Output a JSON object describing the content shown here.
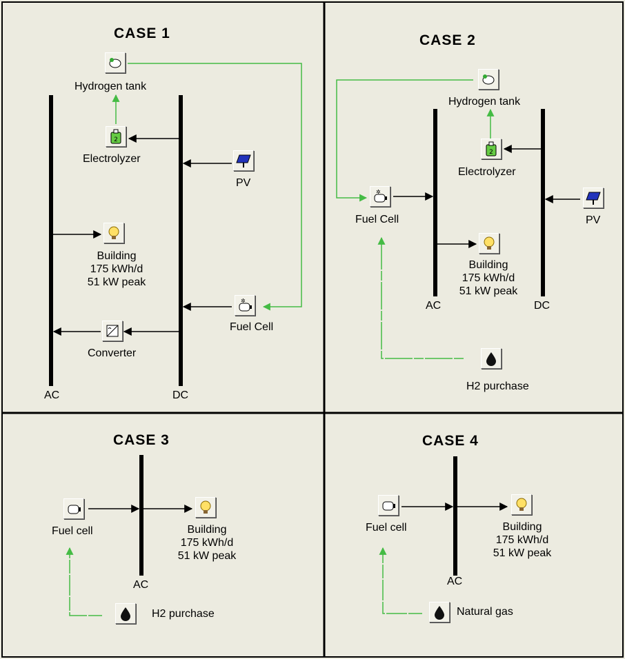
{
  "colors": {
    "background": "#ecebe0",
    "frame": "#000000",
    "electric_flow": "#000000",
    "hydrogen_flow": "#44bb44"
  },
  "cases": [
    {
      "title": "CASE 1",
      "buses": {
        "ac": "AC",
        "dc": "DC"
      },
      "components": {
        "hydrogen_tank": {
          "label": "Hydrogen tank",
          "icon": "hydrogen-tank-icon"
        },
        "electrolyzer": {
          "label": "Electrolyzer",
          "icon": "electrolyzer-icon"
        },
        "pv": {
          "label": "PV",
          "icon": "pv-panel-icon"
        },
        "building": {
          "label": "Building",
          "line2": "175 kWh/d",
          "line3": "51 kW peak",
          "icon": "building-load-icon"
        },
        "fuel_cell": {
          "label": "Fuel Cell",
          "icon": "fuel-cell-icon"
        },
        "converter": {
          "label": "Converter",
          "icon": "converter-icon"
        }
      }
    },
    {
      "title": "CASE 2",
      "buses": {
        "ac": "AC",
        "dc": "DC"
      },
      "components": {
        "hydrogen_tank": {
          "label": "Hydrogen tank",
          "icon": "hydrogen-tank-icon"
        },
        "electrolyzer": {
          "label": "Electrolyzer",
          "icon": "electrolyzer-icon"
        },
        "fuel_cell": {
          "label": "Fuel Cell",
          "icon": "fuel-cell-icon"
        },
        "pv": {
          "label": "PV",
          "icon": "pv-panel-icon"
        },
        "building": {
          "label": "Building",
          "line2": "175 kWh/d",
          "line3": "51 kW peak",
          "icon": "building-load-icon"
        },
        "h2_purchase": {
          "label": "H2 purchase",
          "icon": "fuel-drop-icon"
        }
      }
    },
    {
      "title": "CASE 3",
      "buses": {
        "ac": "AC"
      },
      "components": {
        "fuel_cell": {
          "label": "Fuel cell",
          "icon": "fuel-cell-icon"
        },
        "building": {
          "label": "Building",
          "line2": "175 kWh/d",
          "line3": "51 kW peak",
          "icon": "building-load-icon"
        },
        "h2_purchase": {
          "label": "H2 purchase",
          "icon": "fuel-drop-icon"
        }
      }
    },
    {
      "title": "CASE 4",
      "buses": {
        "ac": "AC"
      },
      "components": {
        "fuel_cell": {
          "label": "Fuel cell",
          "icon": "fuel-cell-icon"
        },
        "building": {
          "label": "Building",
          "line2": "175 kWh/d",
          "line3": "51 kW peak",
          "icon": "building-load-icon"
        },
        "natural_gas": {
          "label": "Natural gas",
          "icon": "fuel-drop-icon"
        }
      }
    }
  ]
}
